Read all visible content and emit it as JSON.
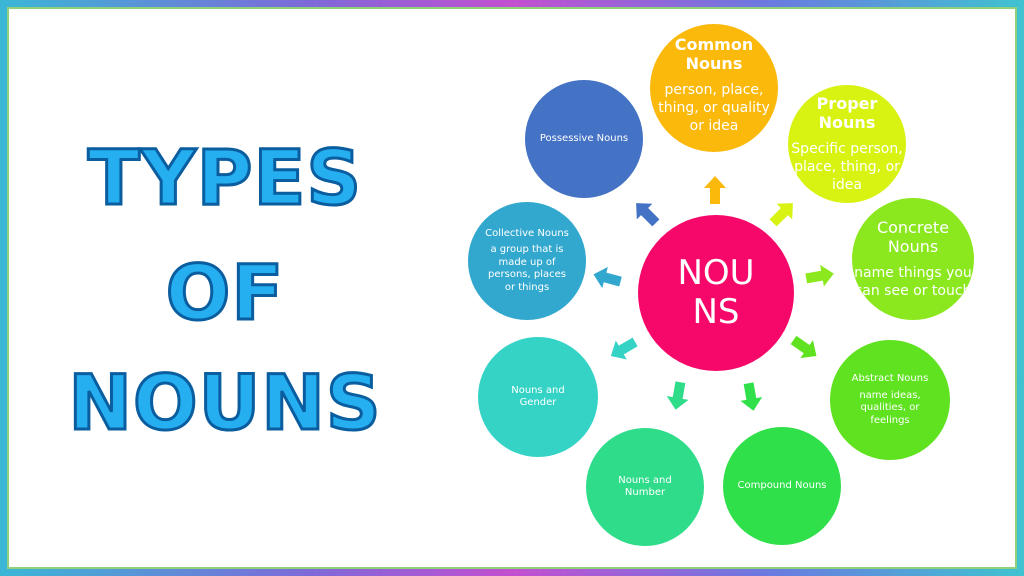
{
  "title": {
    "line1": "TYPES",
    "line2": "OF",
    "line3": "NOUNS"
  },
  "center": {
    "label_line1": "NOU",
    "label_line2": "NS",
    "color": "#f5086a"
  },
  "categories": [
    {
      "title": "Common Nouns",
      "desc": "person, place, thing, or quality or idea",
      "color": "#fbb90c"
    },
    {
      "title": "Proper Nouns",
      "desc": "Specific person, place, thing, or idea",
      "color": "#d8f212"
    },
    {
      "title": "Concrete Nouns",
      "desc": "name things you can see or touch",
      "color": "#8ce81e"
    },
    {
      "title": "Abstract Nouns",
      "desc": "name ideas, qualities, or feelings",
      "color": "#5fe21f"
    },
    {
      "title": "Compound Nouns",
      "desc": "",
      "color": "#2fe04a"
    },
    {
      "title": "Nouns and Number",
      "desc": "",
      "color": "#2fdc8a"
    },
    {
      "title": "Nouns and Gender",
      "desc": "",
      "color": "#34d3c6"
    },
    {
      "title": "Collective Nouns",
      "desc": "a group that is made up of persons, places or things",
      "color": "#33a8cf"
    },
    {
      "title": "Possessive Nouns",
      "desc": "",
      "color": "#4472c4"
    }
  ]
}
